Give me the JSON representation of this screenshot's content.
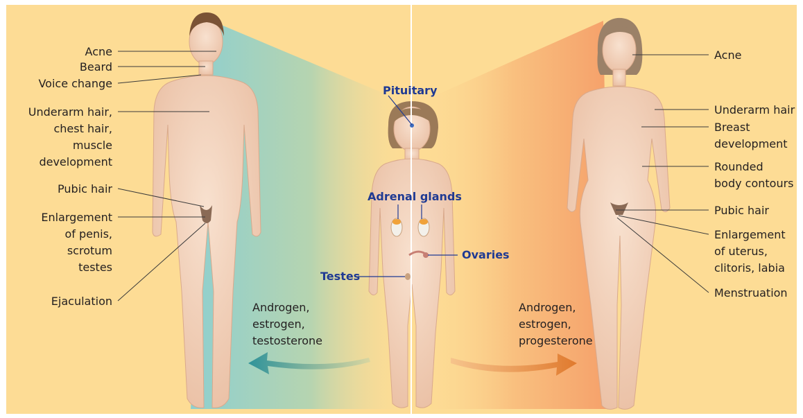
{
  "colors": {
    "background": "#fddc95",
    "male_gradient": "#8ecfcf",
    "female_gradient": "#f7a86a",
    "skin": "#f4d3bb",
    "hair_male": "#7a5235",
    "hair_female": "#9b8168",
    "leader_line": "#3a3a3a",
    "gland_label": "#1f3a93",
    "arrow_teal": "#3a9aa0",
    "arrow_orange": "#e8873a"
  },
  "male_labels": {
    "acne": "Acne",
    "beard": "Beard",
    "voice": "Voice change",
    "underarm": [
      "Underarm hair,",
      "chest hair,",
      "muscle",
      "development"
    ],
    "pubic": "Pubic hair",
    "enlargement": [
      "Enlargement",
      "of penis,",
      "scrotum",
      "testes"
    ],
    "ejaculation": "Ejaculation"
  },
  "female_labels": {
    "acne": "Acne",
    "underarm": "Underarm hair",
    "breast": [
      "Breast",
      "development"
    ],
    "rounded": [
      "Rounded",
      "body contours"
    ],
    "pubic": "Pubic hair",
    "enlargement": [
      "Enlargement",
      "of uterus,",
      "clitoris, labia"
    ],
    "menstruation": "Menstruation"
  },
  "gland_labels": {
    "pituitary": "Pituitary",
    "adrenal": "Adrenal glands",
    "ovaries": "Ovaries",
    "testes": "Testes"
  },
  "hormones": {
    "male": [
      "Androgen,",
      "estrogen,",
      "testosterone"
    ],
    "female": [
      "Androgen,",
      "estrogen,",
      "progesterone"
    ]
  },
  "icons": [
    "male-figure",
    "female-figure",
    "child-figure",
    "teal-arrow-icon",
    "orange-arrow-icon"
  ]
}
